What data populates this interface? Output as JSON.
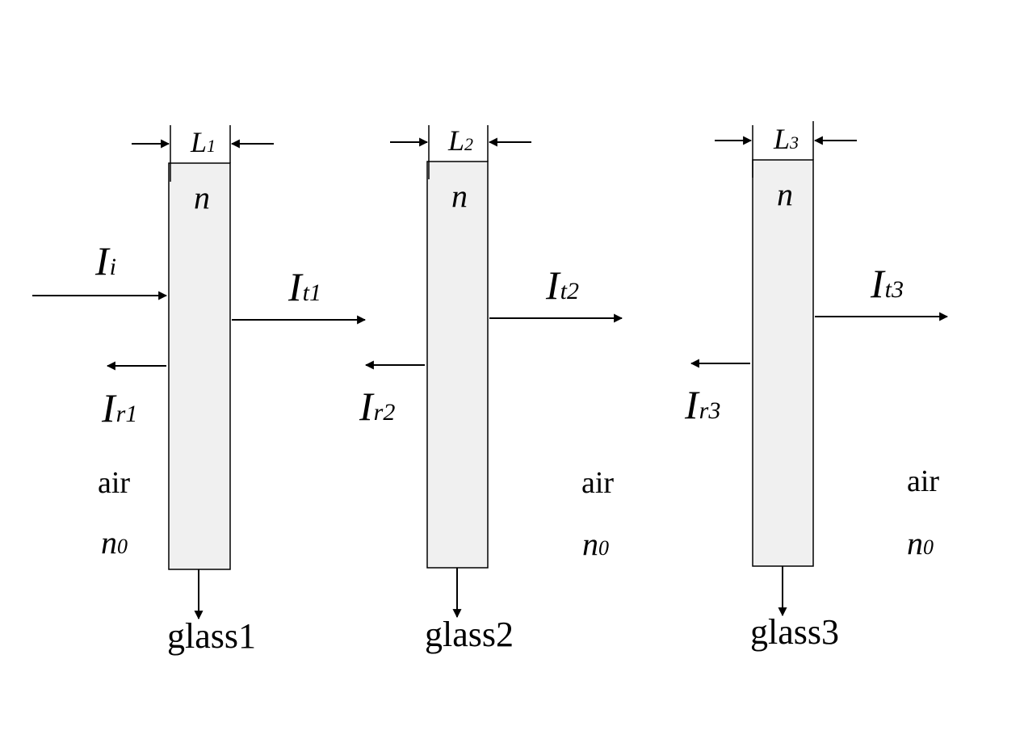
{
  "glass_fill": "#f0f0f0",
  "stroke_color": "#000000",
  "labels": {
    "incident_main": "I",
    "incident_sub": "i",
    "medium_text": "air",
    "medium_index_main": "n",
    "medium_index_sub": "0",
    "glass_index": "n"
  },
  "slabs": [
    {
      "thickness_main": "L",
      "thickness_sub": "1",
      "transmitted_main": "I",
      "transmitted_sub": "t1",
      "reflected_main": "I",
      "reflected_sub": "r1",
      "name": "glass1"
    },
    {
      "thickness_main": "L",
      "thickness_sub": "2",
      "transmitted_main": "I",
      "transmitted_sub": "t2",
      "reflected_main": "I",
      "reflected_sub": "r2",
      "name": "glass2"
    },
    {
      "thickness_main": "L",
      "thickness_sub": "3",
      "transmitted_main": "I",
      "transmitted_sub": "t3",
      "reflected_main": "I",
      "reflected_sub": "r3",
      "name": "glass3"
    }
  ]
}
